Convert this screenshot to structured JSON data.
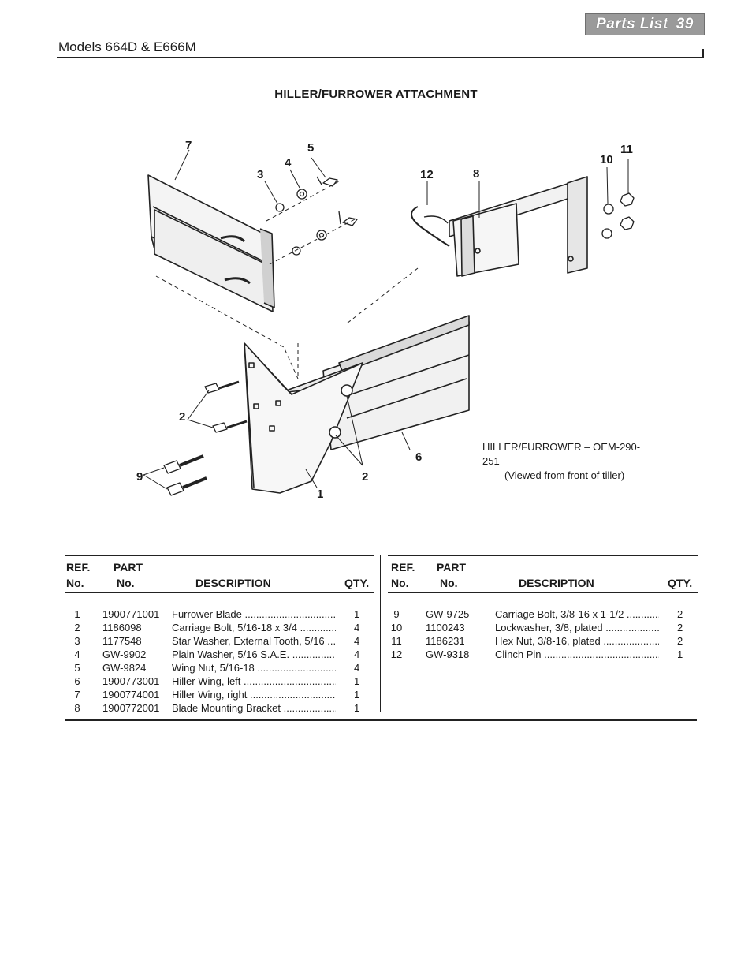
{
  "header": {
    "badge_text": "Parts List",
    "page_number": "39",
    "models": "Models 664D & E666M"
  },
  "section_title": "HILLER/FURROWER ATTACHMENT",
  "diagram": {
    "caption_line1": "HILLER/FURROWER – OEM-290-251",
    "caption_line2": "(Viewed from front of tiller)",
    "callouts": [
      "7",
      "5",
      "4",
      "3",
      "12",
      "8",
      "10",
      "11",
      "2",
      "9",
      "6",
      "2",
      "1"
    ]
  },
  "table": {
    "headers": {
      "ref_top": "REF.",
      "ref_bottom": "No.",
      "part_top": "PART",
      "part_bottom": "No.",
      "description": "DESCRIPTION",
      "qty": "QTY."
    },
    "left_rows": [
      {
        "ref": "1",
        "part": "1900771001",
        "desc": "Furrower Blade",
        "qty": "1"
      },
      {
        "ref": "2",
        "part": "1186098",
        "desc": "Carriage Bolt, 5/16-18 x 3/4",
        "qty": "4"
      },
      {
        "ref": "3",
        "part": "1177548",
        "desc": "Star Washer, External Tooth, 5/16",
        "qty": "4"
      },
      {
        "ref": "4",
        "part": "GW-9902",
        "desc": "Plain Washer, 5/16 S.A.E.",
        "qty": "4"
      },
      {
        "ref": "5",
        "part": "GW-9824",
        "desc": "Wing Nut, 5/16-18",
        "qty": "4"
      },
      {
        "ref": "6",
        "part": "1900773001",
        "desc": "Hiller Wing, left",
        "qty": "1"
      },
      {
        "ref": "7",
        "part": "1900774001",
        "desc": "Hiller Wing, right",
        "qty": "1"
      },
      {
        "ref": "8",
        "part": "1900772001",
        "desc": "Blade Mounting Bracket",
        "qty": "1"
      }
    ],
    "right_rows": [
      {
        "ref": "9",
        "part": "GW-9725",
        "desc": "Carriage Bolt, 3/8-16 x 1-1/2",
        "qty": "2"
      },
      {
        "ref": "10",
        "part": "1100243",
        "desc": "Lockwasher, 3/8, plated",
        "qty": "2"
      },
      {
        "ref": "11",
        "part": "1186231",
        "desc": "Hex Nut, 3/8-16, plated",
        "qty": "2"
      },
      {
        "ref": "12",
        "part": "GW-9318",
        "desc": "Clinch Pin",
        "qty": "1"
      }
    ]
  }
}
